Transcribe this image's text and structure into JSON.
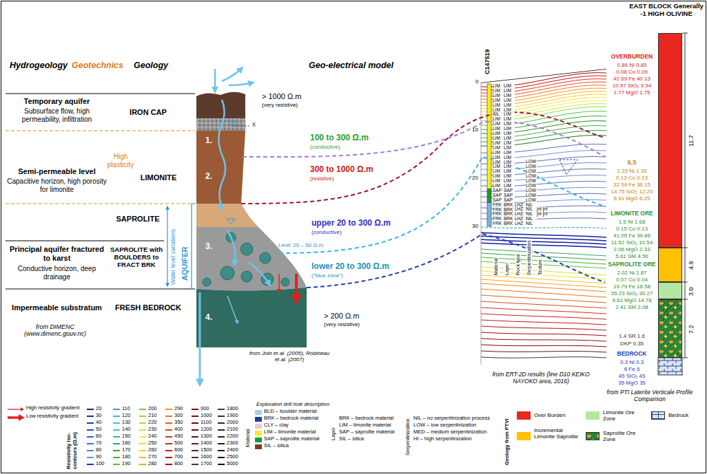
{
  "diagram": {
    "nodes": [
      {
        "text": [
          "11.7"
        ]
      },
      {
        "text": [
          "4.9"
        ]
      },
      {
        "text": [
          "3.0"
        ]
      },
      {
        "text": [
          "7.2"
        ]
      }
    ],
    "labels": [
      "Hydrogeology",
      "Geotechnics",
      "Geology",
      "Geo-electrical model",
      "Temporary aquifer",
      "Subsurface flow, high permeability, infiltration",
      "IRON CAP",
      "Semi-permeable level",
      "Capacitive horizon, high porosity for limonite",
      "High plasticity",
      "LIMONITE",
      "SAPROLITE",
      "AQUIFER",
      "Water level variations",
      "Principal aquifer fractured to karst",
      "Conductive horizon, deep drainage",
      "SAPROLITE with BOULDERS to FRACT BRK",
      "Impermeable substratum",
      "FRESH BEDROCK",
      "from DIMENC (www.dimenc.gouv.nc)",
      "1.",
      "2.",
      "3.",
      "4.",
      "x",
      "> 1000 Ω.m",
      "(very resistive)",
      "100 to 300 Ω.m",
      "(conductive)",
      "300 to 1000 Ω.m",
      "(resistive)",
      "upper 20 to 300 Ω.m",
      "(conductive)",
      "Limit: 20 – 50 Ω.m",
      "lower 20 to 300 Ω.m",
      "(\"blue zone\")",
      "> 200 Ω.m",
      "(very resistive)",
      "from Join et al. (2005), Robineau et al. (2007)",
      "C147519",
      "0",
      "10",
      "20",
      "30",
      "LIM LIM LIM LIM LIM LIM SIL LIM LIM LIM LIM LIM LIM LIM LIM LIM LIM LIM LIM LIM LIM LIM SAP SAP SAP FRK FRK FRK FRK FRK",
      "LIM LIM LIM LIM LIM LIM LIM LIM LIM LIM LIM LIM LIM LIM LIM LIM LIM LIM LIM LIM LIM LIM SAP SAP SAP BRK BRK BRK BRK BRK",
      "LHZ LHZ LHZ LHZ LHZ",
      "LOW LOW LOW LOW LOW LOW LOW LOW LOW NIL NIL NIL NIL NIL",
      "jnt jnt jnt jnt",
      "Material",
      "Layer",
      "Rock type",
      "Serpentinization",
      "Texture",
      "from ERT-2D results (line D10 KEIKO NAYOKO area, 2016)",
      "EAST BLOCK Generally -1 HIGH OLIVINE",
      "OVERBURDEN",
      "0.86 Ni 0.85",
      "0.08 Co 0.09",
      "42.69 Fe 40.13",
      "10.97 SiO₂ 9.54",
      "1.77 MgO 1.75",
      "ILS",
      "1.33 Ni 1.33",
      "0.13 Co 0.13",
      "32.59 Fe 36.15",
      "14.75 SiO₂ 12.20",
      "5.91 MgO 6.25",
      "LIMONITE ORE",
      "1.5 Ni 1.68",
      "0.15 Co 0.13",
      "41.05 Fe 39.66",
      "11.52 SiO₂ 10.54",
      "2.06 MgO 2.33",
      "5.61 SM 4.56",
      "SAPROLITE ORE",
      "2.02 Ni 1.87",
      "0.07 Co 0.04",
      "19.79 Fe 18.58",
      "35.23 SiO₂ 30.27",
      "4.61 MgO 14.78",
      "2.41 SM 2.08",
      "1.4 SR 1.6",
      "DKP 0.35",
      "BEDROCK",
      "0.3 Ni 0.3",
      "6 Fe 6",
      "45 SiO₂ 45",
      "35 MgO 35",
      "from PTI Laterite Verticale Profile Comparison",
      "Resistivity iso-contours (Ω.m)",
      "Exploration drill hole description",
      "Material",
      "Layer",
      "BRK – bedrock material",
      "LIM – limonite material",
      "SAP – saprolite material",
      "SIL – silica",
      "Serpentinization",
      "NIL – no serpentinization process",
      "LOW – low serpentinization",
      "MED – medium serpentinization",
      "HI – high serpentinization",
      "Geology from PTVI"
    ],
    "legend": [
      {
        "text": "High resistivity gradient"
      },
      {
        "text": "Low resistivity gradient"
      },
      {
        "text": "20",
        "color": "#1a1a8c"
      },
      {
        "text": "30",
        "color": "#1f2a9e"
      },
      {
        "text": "40",
        "color": "#2438b0"
      },
      {
        "text": "50",
        "color": "#2a48c2"
      },
      {
        "text": "60",
        "color": "#3058d0"
      },
      {
        "text": "70",
        "color": "#3a6ad8"
      },
      {
        "text": "80",
        "color": "#4a7ee0"
      },
      {
        "text": "90",
        "color": "#5a90e6"
      },
      {
        "text": "100",
        "color": "#1030c0"
      },
      {
        "text": "110",
        "color": "#2ea0e0"
      },
      {
        "text": "120",
        "color": "#38b0e8"
      },
      {
        "text": "130",
        "color": "#40c0e0"
      },
      {
        "text": "140",
        "color": "#40c8c0"
      },
      {
        "text": "150",
        "color": "#30b890"
      },
      {
        "text": "160",
        "color": "#2aa860"
      },
      {
        "text": "170",
        "color": "#30a040"
      },
      {
        "text": "180",
        "color": "#40b030"
      },
      {
        "text": "190",
        "color": "#58c030"
      },
      {
        "text": "200",
        "color": "#70cc30"
      },
      {
        "text": "210",
        "color": "#90d430"
      },
      {
        "text": "220",
        "color": "#b0dc30"
      },
      {
        "text": "230",
        "color": "#d0e430"
      },
      {
        "text": "240",
        "color": "#eaea30"
      },
      {
        "text": "250",
        "color": "#f5e020"
      },
      {
        "text": "260",
        "color": "#f8d020"
      },
      {
        "text": "270",
        "color": "#f8b820"
      },
      {
        "text": "280",
        "color": "#f5a020"
      },
      {
        "text": "290",
        "color": "#f08c20"
      },
      {
        "text": "300",
        "color": "#e87818"
      },
      {
        "text": "350",
        "color": "#e06018"
      },
      {
        "text": "400",
        "color": "#d84818"
      },
      {
        "text": "450",
        "color": "#d03018"
      },
      {
        "text": "500",
        "color": "#c82018"
      },
      {
        "text": "600",
        "color": "#c01818"
      },
      {
        "text": "700",
        "color": "#b01010"
      },
      {
        "text": "800",
        "color": "#a00808"
      },
      {
        "text": "900",
        "color": "#900808"
      },
      {
        "text": "1000",
        "color": "#800606"
      },
      {
        "text": "1100",
        "color": "#700505"
      },
      {
        "text": "1200",
        "color": "#680818"
      },
      {
        "text": "1300",
        "color": "#601028"
      },
      {
        "text": "1400",
        "color": "#581838"
      },
      {
        "text": "1500",
        "color": "#502040"
      },
      {
        "text": "1600",
        "color": "#482848"
      },
      {
        "text": "1700",
        "color": "#403040"
      },
      {
        "text": "1800",
        "color": "#383838"
      },
      {
        "text": "1900",
        "color": "#303030"
      },
      {
        "text": "2000",
        "color": "#2a2a2a"
      },
      {
        "text": "2100",
        "color": "#242424"
      },
      {
        "text": "2200",
        "color": "#1e1e1e"
      },
      {
        "text": "2300",
        "color": "#181818"
      },
      {
        "text": "2400",
        "color": "#121212"
      },
      {
        "text": "2500",
        "color": "#0c0c0c"
      },
      {
        "text": "5000",
        "color": "#000000"
      },
      {
        "text": "BLD – boulder material",
        "color": "#9fd3ef"
      },
      {
        "text": "BRK – bedrock material",
        "color": "#1f3c9c"
      },
      {
        "text": "CLY – clay",
        "color": "#f4c2e0"
      },
      {
        "text": "LIM – limonite material",
        "color": "#f5ee1c"
      },
      {
        "text": "SAP – saprolite material",
        "color": "#159a3a"
      },
      {
        "text": "SIL – silica",
        "color": "#7a3e12"
      },
      {
        "text": "Over Burden",
        "color": "#e8281e"
      },
      {
        "text": "Incremental Limonite Saprolite",
        "color": "#ffc000"
      },
      {
        "text": "Limonite Ore Zone",
        "color": "#b5e5a0"
      },
      {
        "text": "Saprolite Ore Zone"
      },
      {
        "text": "Bedrock"
      }
    ]
  }
}
